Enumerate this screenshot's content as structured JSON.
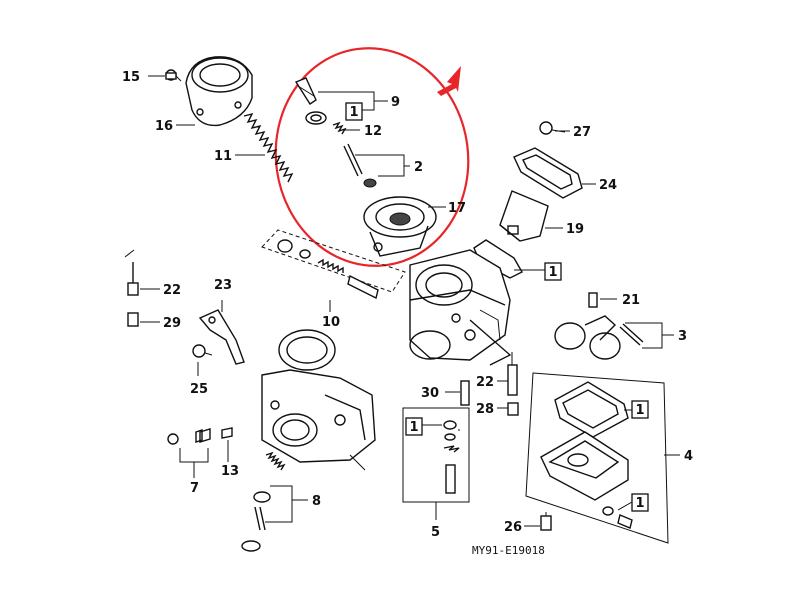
{
  "diagram": {
    "code": "MY91-E19018",
    "highlight_color": "#e8262a",
    "callouts": [
      {
        "id": "c15",
        "text": "15"
      },
      {
        "id": "c16",
        "text": "16"
      },
      {
        "id": "c11",
        "text": "11"
      },
      {
        "id": "c9",
        "text": "9"
      },
      {
        "id": "c12",
        "text": "12"
      },
      {
        "id": "c2",
        "text": "2"
      },
      {
        "id": "c17",
        "text": "17"
      },
      {
        "id": "c27",
        "text": "27"
      },
      {
        "id": "c24",
        "text": "24"
      },
      {
        "id": "c19",
        "text": "19"
      },
      {
        "id": "c22a",
        "text": "22"
      },
      {
        "id": "c29",
        "text": "29"
      },
      {
        "id": "c23",
        "text": "23"
      },
      {
        "id": "c10",
        "text": "10"
      },
      {
        "id": "c21",
        "text": "21"
      },
      {
        "id": "c3",
        "text": "3"
      },
      {
        "id": "c25",
        "text": "25"
      },
      {
        "id": "c30",
        "text": "30"
      },
      {
        "id": "c22b",
        "text": "22"
      },
      {
        "id": "c28",
        "text": "28"
      },
      {
        "id": "c4",
        "text": "4"
      },
      {
        "id": "c13",
        "text": "13"
      },
      {
        "id": "c7",
        "text": "7"
      },
      {
        "id": "c8",
        "text": "8"
      },
      {
        "id": "c5",
        "text": "5"
      },
      {
        "id": "c26",
        "text": "26"
      }
    ],
    "boxed": [
      {
        "id": "b1",
        "text": "1"
      },
      {
        "id": "b2",
        "text": "1"
      },
      {
        "id": "b3",
        "text": "1"
      },
      {
        "id": "b4",
        "text": "1"
      },
      {
        "id": "b5",
        "text": "1"
      }
    ]
  }
}
